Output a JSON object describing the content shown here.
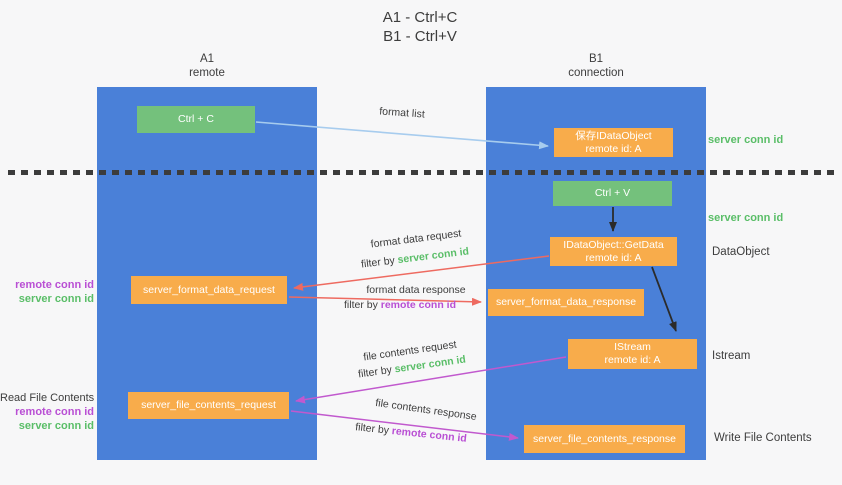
{
  "colors": {
    "background": "#f7f7f8",
    "lane": "#4A80D8",
    "green_box": "#74C17C",
    "orange_box": "#F8AC4B",
    "arrow_blue": "#A7CCEE",
    "arrow_red": "#EE6A60",
    "arrow_purple": "#C159CE",
    "arrow_black": "#2B2B2B",
    "text_dark": "#3D3D3D",
    "text_green": "#5ABE68",
    "text_purple": "#B94FD4",
    "divider": "#3C3C3C"
  },
  "title": {
    "line1": "A1 - Ctrl+C",
    "line2": "B1 - Ctrl+V"
  },
  "lanes": {
    "left": {
      "name": "A1",
      "role": "remote"
    },
    "right": {
      "name": "B1",
      "role": "connection"
    }
  },
  "nodes": {
    "ctrl_c": {
      "label": "Ctrl + C"
    },
    "save_idataobject": {
      "line1": "保存IDataObject",
      "line2": "remote id: A"
    },
    "ctrl_v": {
      "label": "Ctrl + V"
    },
    "idataobject_getdata": {
      "line1": "IDataObject::GetData",
      "line2": "remote id: A"
    },
    "server_format_data_request": {
      "label": "server_format_data_request"
    },
    "server_format_data_response": {
      "label": "server_format_data_response"
    },
    "istream": {
      "line1": "IStream",
      "line2": "remote id: A"
    },
    "server_file_contents_request": {
      "label": "server_file_contents_request"
    },
    "server_file_contents_response": {
      "label": "server_file_contents_response"
    }
  },
  "arrow_labels": {
    "format_list": "format list",
    "format_data_request": "format data request",
    "format_data_response": "format data response",
    "file_contents_request": "file contents request",
    "file_contents_response": "file contents response",
    "filter_by": "filter by ",
    "server_conn_id": "server conn id",
    "remote_conn_id": "remote conn id"
  },
  "side_labels": {
    "server_conn_id_top": "server conn id",
    "server_conn_id_mid": "server conn id",
    "dataobject": "DataObject",
    "istream": "Istream",
    "write_file_contents": "Write File Contents",
    "read_file_contents": "Read File Contents",
    "remote_conn_id_format": "remote conn id",
    "server_conn_id_format": "server conn id",
    "remote_conn_id_file": "remote conn id",
    "server_conn_id_file": "server conn id"
  }
}
